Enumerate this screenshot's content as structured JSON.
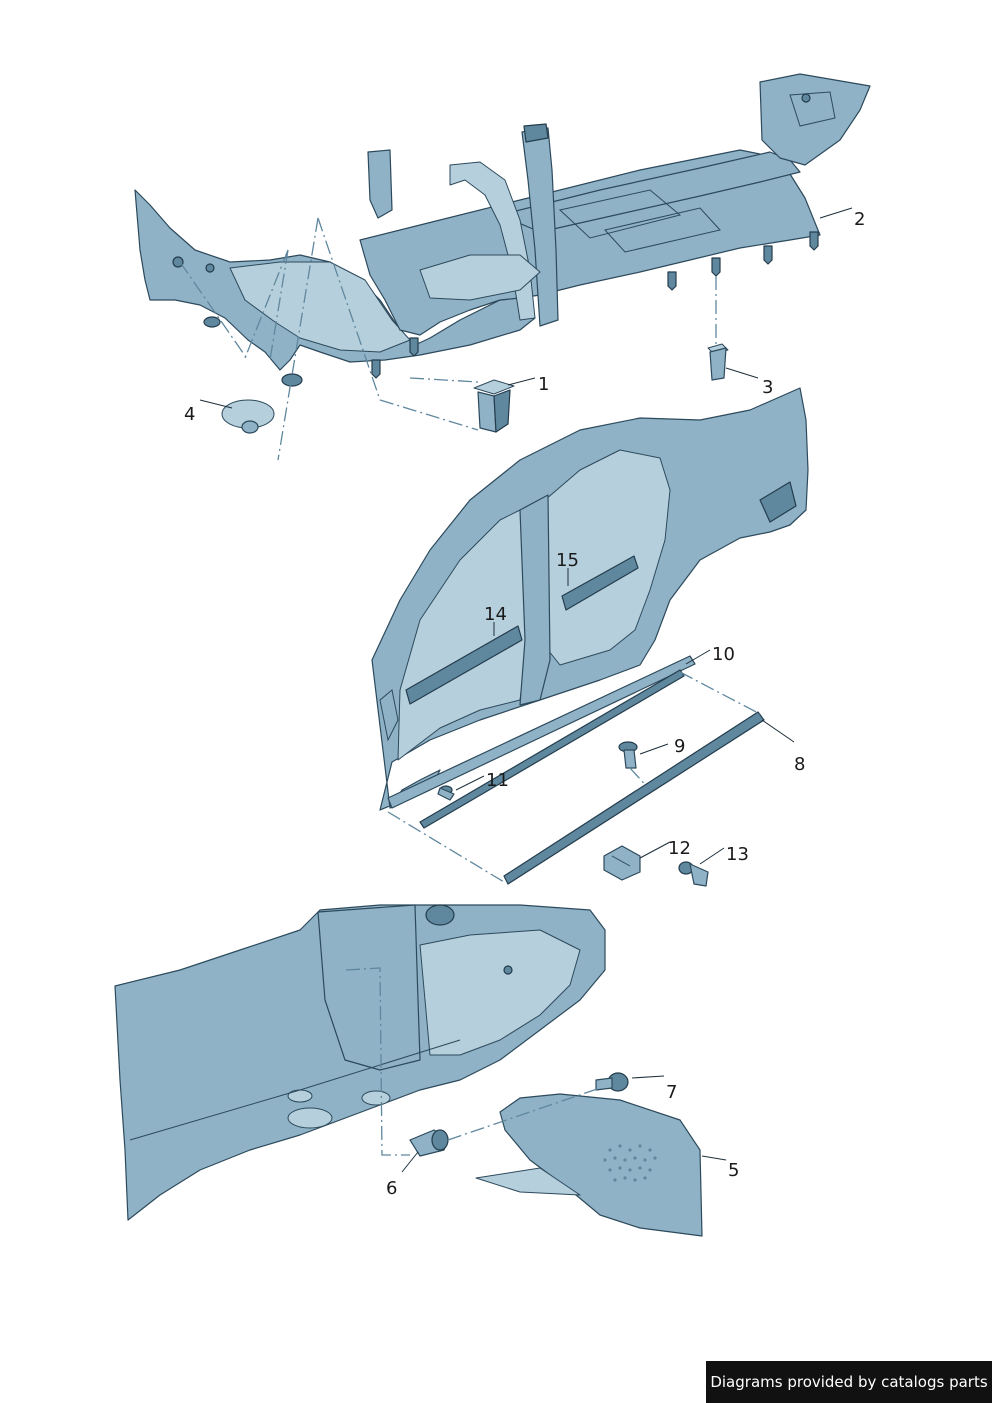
{
  "callouts": [
    {
      "id": "1",
      "label": "1"
    },
    {
      "id": "2",
      "label": "2"
    },
    {
      "id": "3",
      "label": "3"
    },
    {
      "id": "4",
      "label": "4"
    },
    {
      "id": "5",
      "label": "5"
    },
    {
      "id": "6",
      "label": "6"
    },
    {
      "id": "7",
      "label": "7"
    },
    {
      "id": "8",
      "label": "8"
    },
    {
      "id": "9",
      "label": "9"
    },
    {
      "id": "10",
      "label": "10"
    },
    {
      "id": "11",
      "label": "11"
    },
    {
      "id": "12",
      "label": "12"
    },
    {
      "id": "13",
      "label": "13"
    },
    {
      "id": "14",
      "label": "14"
    },
    {
      "id": "15",
      "label": "15"
    }
  ],
  "footer": {
    "credit": "Diagrams provided by catalogs parts"
  },
  "colors": {
    "part_fill": "#8fb2c6",
    "part_stroke": "#2d4a5c",
    "badge_bg": "#111111"
  }
}
